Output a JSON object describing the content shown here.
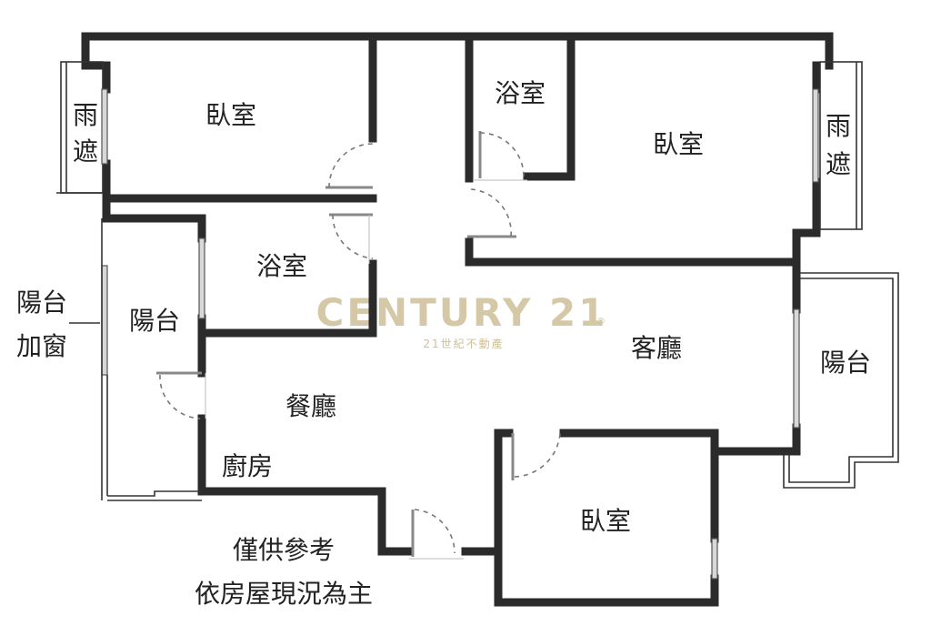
{
  "floorplan": {
    "rooms": {
      "bedroom_top_left": "臥室",
      "bedroom_top_right": "臥室",
      "bedroom_bottom": "臥室",
      "bathroom_top": "浴室",
      "bathroom_middle": "浴室",
      "balcony_left": "陽台",
      "balcony_right": "陽台",
      "living_room": "客廳",
      "dining_room": "餐廳",
      "kitchen": "廚房",
      "canopy_left": [
        "雨",
        "遮"
      ],
      "canopy_right": [
        "雨",
        "遮"
      ]
    },
    "annotation": {
      "balcony_window": [
        "陽台",
        "加窗"
      ]
    },
    "disclaimer": [
      "僅供參考",
      "依房屋現況為主"
    ]
  },
  "watermark": {
    "brand": "CENTURY 21",
    "registered_mark": "®",
    "subtitle": "21世紀不動產",
    "color": "#cdbf98"
  },
  "colors": {
    "wall": "#2b2b2b",
    "window_fill": "#d8d8d8",
    "background": "#ffffff"
  }
}
